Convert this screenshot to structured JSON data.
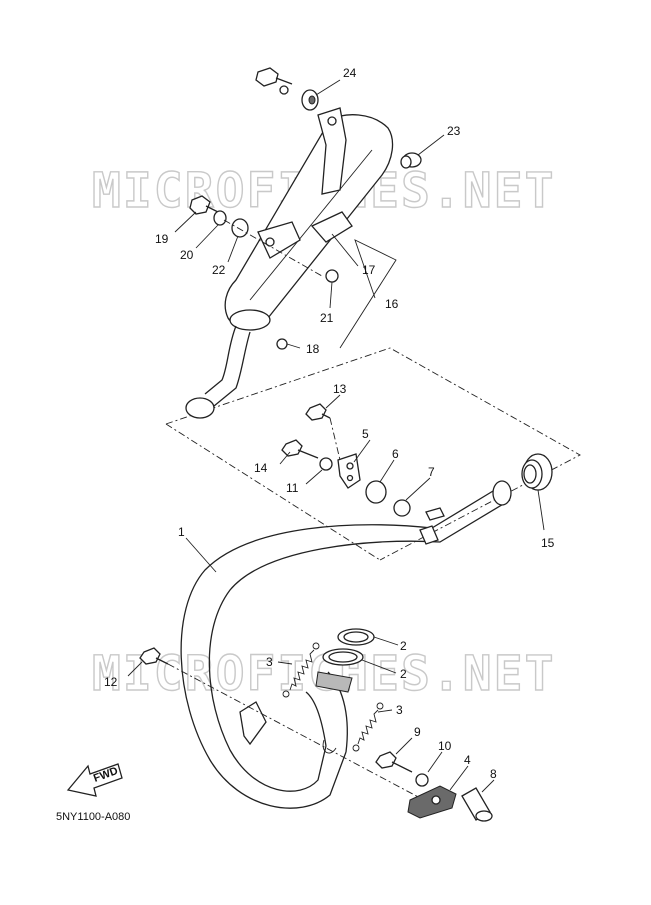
{
  "watermarks": [
    "MICROFICHES.NET",
    "MICROFICHES.NET"
  ],
  "diagram_code": "5NY1100-A080",
  "fwd_label": "FWD",
  "callouts": {
    "c1": "1",
    "c2a": "2",
    "c2b": "2",
    "c3a": "3",
    "c3b": "3",
    "c4": "4",
    "c5": "5",
    "c6": "6",
    "c7": "7",
    "c8": "8",
    "c9": "9",
    "c10": "10",
    "c11": "11",
    "c12": "12",
    "c13": "13",
    "c14": "14",
    "c15": "15",
    "c16": "16",
    "c17": "17",
    "c18": "18",
    "c19": "19",
    "c20": "20",
    "c21": "21",
    "c22": "22",
    "c23": "23",
    "c24": "24"
  }
}
